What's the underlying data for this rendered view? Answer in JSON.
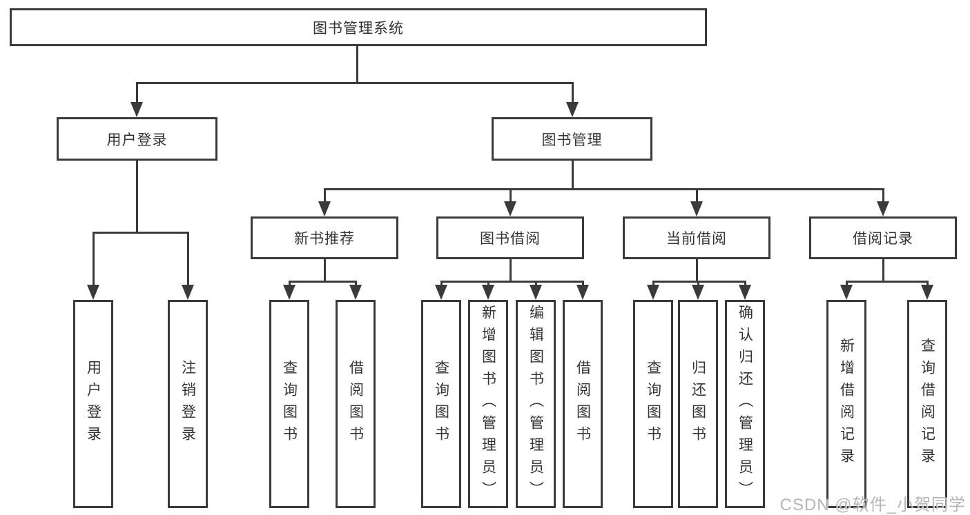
{
  "diagram": {
    "root": {
      "label": "图书管理系统"
    },
    "level1": {
      "user_login": {
        "label": "用户登录"
      },
      "book_mgmt": {
        "label": "图书管理"
      }
    },
    "level2": {
      "new_book_rec": {
        "label": "新书推荐"
      },
      "book_borrow": {
        "label": "图书借阅"
      },
      "current_borrow": {
        "label": "当前借阅"
      },
      "borrow_record": {
        "label": "借阅记录"
      }
    },
    "leaves": {
      "user_login_leaf": {
        "label": "用户登录"
      },
      "logout_leaf": {
        "label": "注销登录"
      },
      "nbr_query_books": {
        "label": "查询图书"
      },
      "nbr_borrow_books": {
        "label": "借阅图书"
      },
      "bb_query_books": {
        "label": "查询图书"
      },
      "bb_add_books": {
        "label": "新增图书（管理员）"
      },
      "bb_edit_books": {
        "label": "编辑图书（管理员）"
      },
      "bb_borrow_books": {
        "label": "借阅图书"
      },
      "cb_query_books": {
        "label": "查询图书"
      },
      "cb_return_books": {
        "label": "归还图书"
      },
      "cb_confirm_return": {
        "label": "确认归还（管理员）"
      },
      "br_add_record": {
        "label": "新增借阅记录"
      },
      "br_query_record": {
        "label": "查询借阅记录"
      }
    },
    "watermark": "CSDN @软件_小贺同学",
    "colors": {
      "line": "#3a3a3a",
      "text": "#333333",
      "background": "#ffffff",
      "watermark": "#b0b0b0"
    }
  }
}
